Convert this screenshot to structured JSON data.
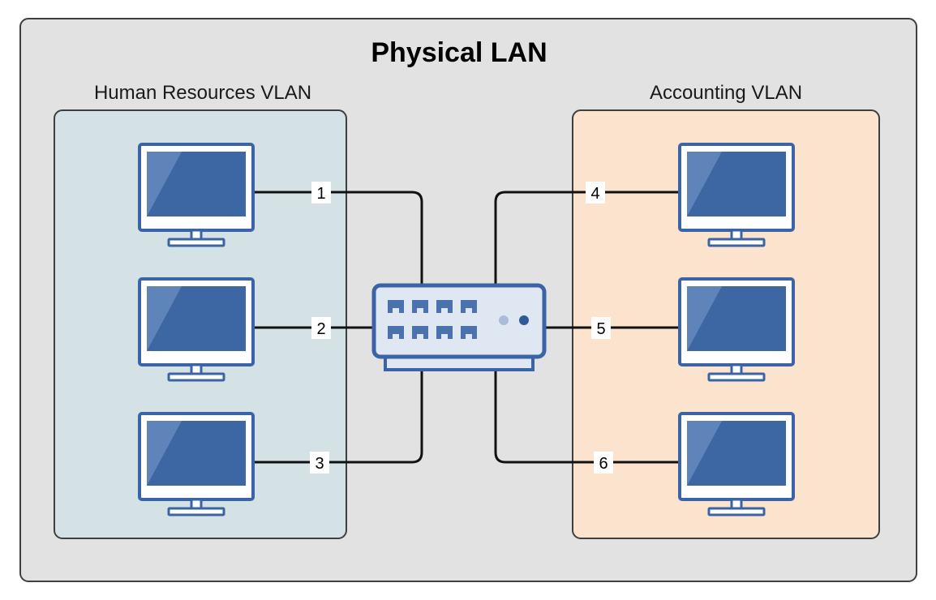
{
  "title": "Physical LAN",
  "vlans": [
    {
      "name": "Human Resources VLAN",
      "color": "#d4e1e5",
      "computers": [
        "1",
        "2",
        "3"
      ]
    },
    {
      "name": "Accounting VLAN",
      "color": "#fbe3cd",
      "computers": [
        "4",
        "5",
        "6"
      ]
    }
  ],
  "colors": {
    "lan_background": "#e2e2e2",
    "outline": "#3f3f3f",
    "device_frame": "#3b64a6",
    "screen": "#3d67a3",
    "switch_body": "#dfe8f2"
  },
  "icons": {
    "computer": "desktop-monitor-icon",
    "switch": "network-switch-icon"
  }
}
